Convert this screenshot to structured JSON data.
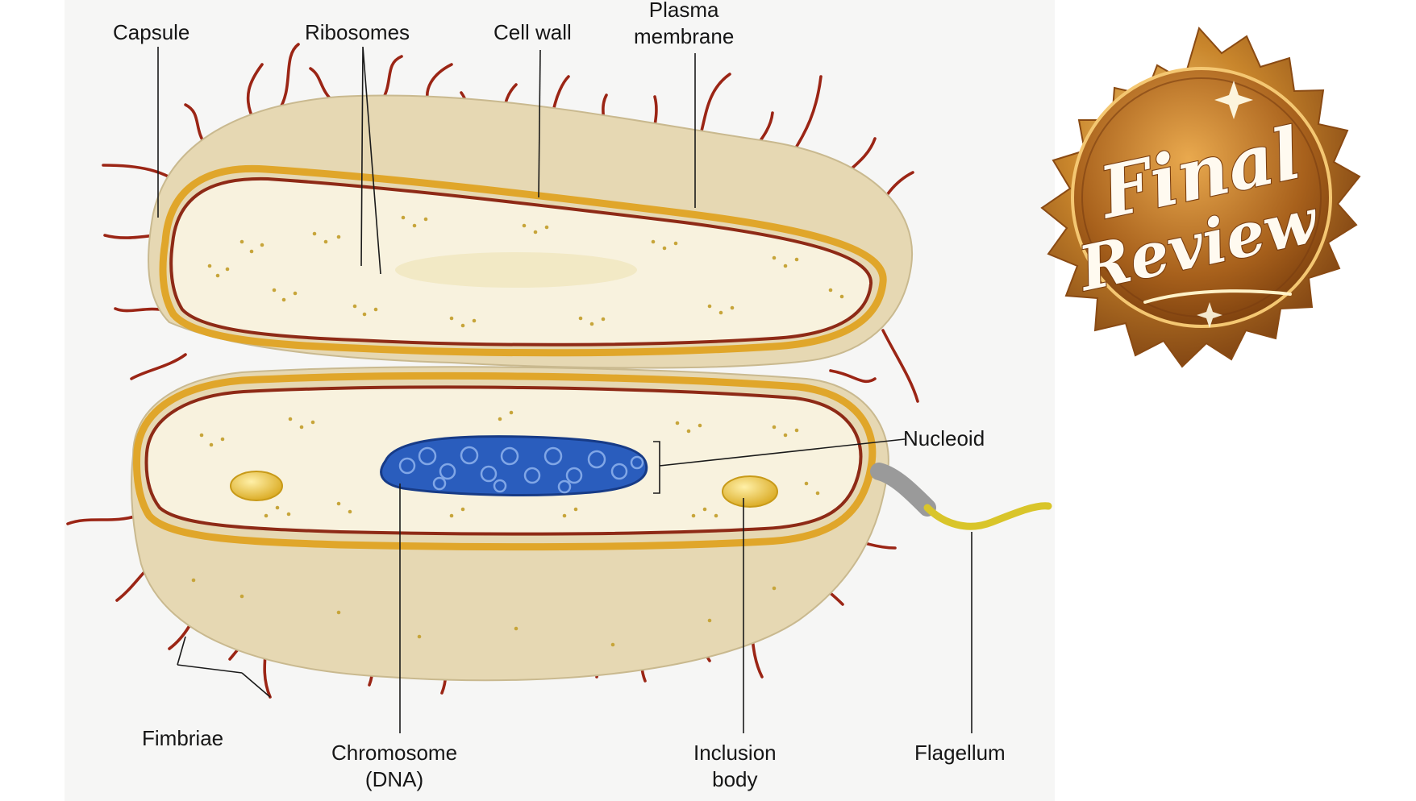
{
  "labels": {
    "capsule": "Capsule",
    "ribosomes": "Ribosomes",
    "cell_wall": "Cell wall",
    "plasma_membrane": [
      "Plasma",
      "membrane"
    ],
    "nucleoid": "Nucleoid",
    "fimbriae": "Fimbriae",
    "chromosome": [
      "Chromosome",
      "(DNA)"
    ],
    "inclusion_body": [
      "Inclusion",
      "body"
    ],
    "flagellum": "Flagellum"
  },
  "badge": {
    "line1": "Final",
    "line2": "Review"
  },
  "colors": {
    "capsule_fill": "#e6d8b3",
    "cytoplasm": "#f8f2de",
    "membrane": "#8e2a16",
    "cell_wall": "#e0a62a",
    "chromosome": "#2a5dbd",
    "fimbriae": "#9b2515",
    "inclusion": "#f0c53a",
    "flagellum": "#d9c52a",
    "ribosome": "#c7a53a",
    "badge_gold": "#b5751f"
  }
}
